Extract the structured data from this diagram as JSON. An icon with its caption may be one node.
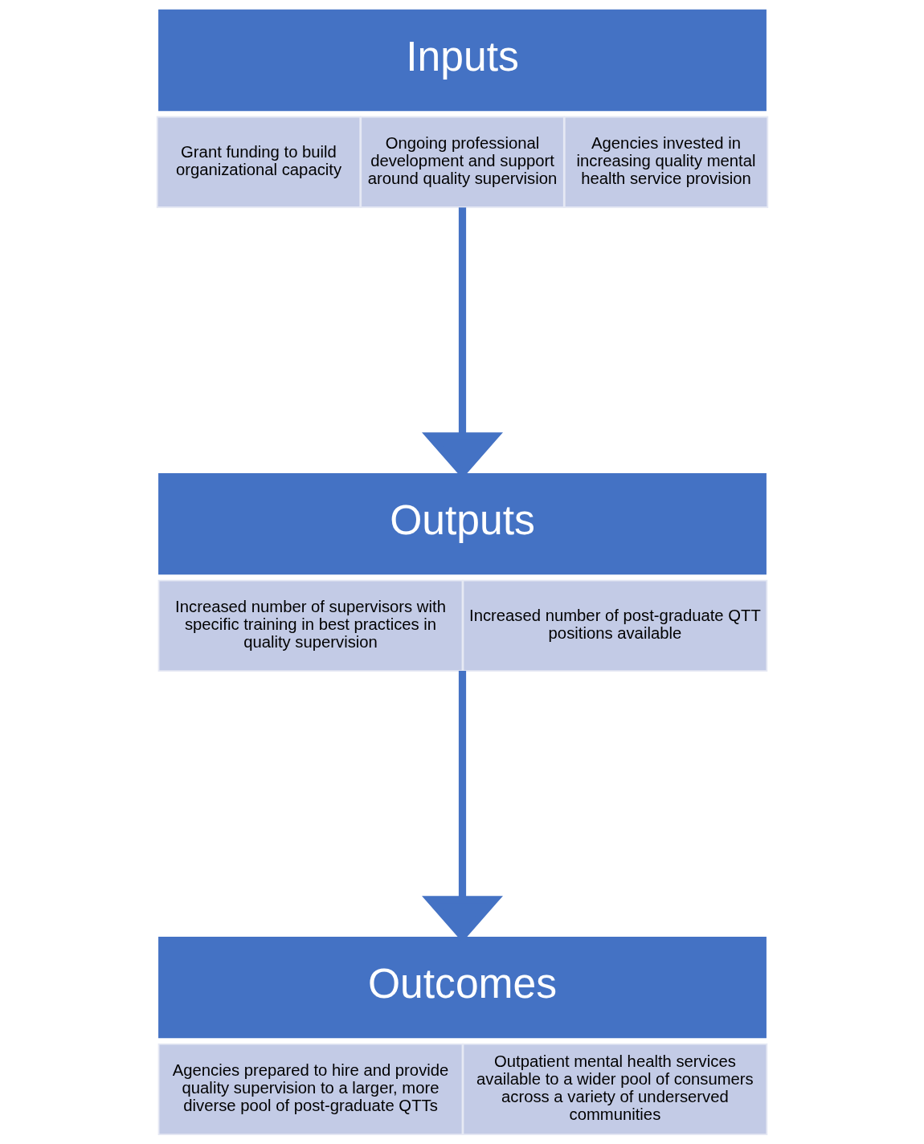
{
  "diagram": {
    "nodes": [
      {
        "text": [
          "Inputs"
        ]
      },
      {
        "text": [
          "Grant funding to build organizational capacity"
        ]
      },
      {
        "text": [
          "Ongoing professional development and support around quality supervision"
        ]
      },
      {
        "text": [
          "Agencies invested in increasing quality mental health service provision"
        ]
      },
      {
        "text": [
          "Outputs"
        ]
      },
      {
        "text": [
          "Increased number of supervisors with specific training in best practices in quality supervision"
        ]
      },
      {
        "text": [
          "Increased number of post-graduate QTT positions available"
        ]
      },
      {
        "text": [
          "Outcomes"
        ]
      },
      {
        "text": [
          "Agencies prepared to hire and provide quality supervision to a larger, more diverse pool of post-graduate QTTs"
        ]
      },
      {
        "text": [
          "Outpatient mental health services available to a wider pool of consumers across a variety of underserved communities"
        ]
      }
    ],
    "edges": [
      {
        "from": 2,
        "to": 4,
        "arrow": "to"
      },
      {
        "from": 5,
        "to": 7,
        "arrow": "to"
      }
    ]
  }
}
